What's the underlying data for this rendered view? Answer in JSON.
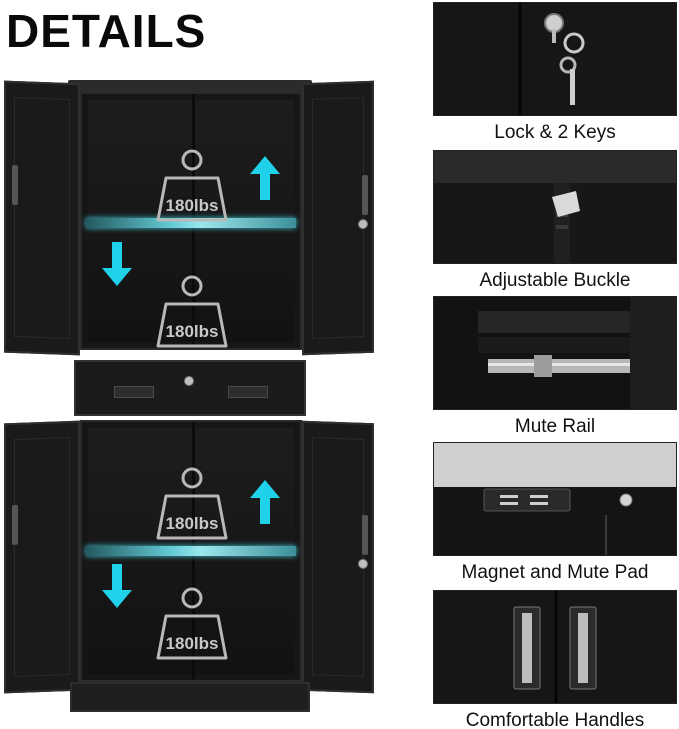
{
  "title": "DETAILS",
  "weights": {
    "upper_top": "180lbs",
    "upper_bottom": "180lbs",
    "lower_top": "180lbs",
    "lower_bottom": "180lbs"
  },
  "features": [
    {
      "caption": "Lock & 2 Keys"
    },
    {
      "caption": "Adjustable Buckle"
    },
    {
      "caption": "Mute Rail"
    },
    {
      "caption": "Magnet and Mute Pad"
    },
    {
      "caption": "Comfortable Handles"
    }
  ],
  "colors": {
    "arrow": "#1fd2ea",
    "shelf_glow": "#62c9d4",
    "cabinet": "#161616"
  }
}
